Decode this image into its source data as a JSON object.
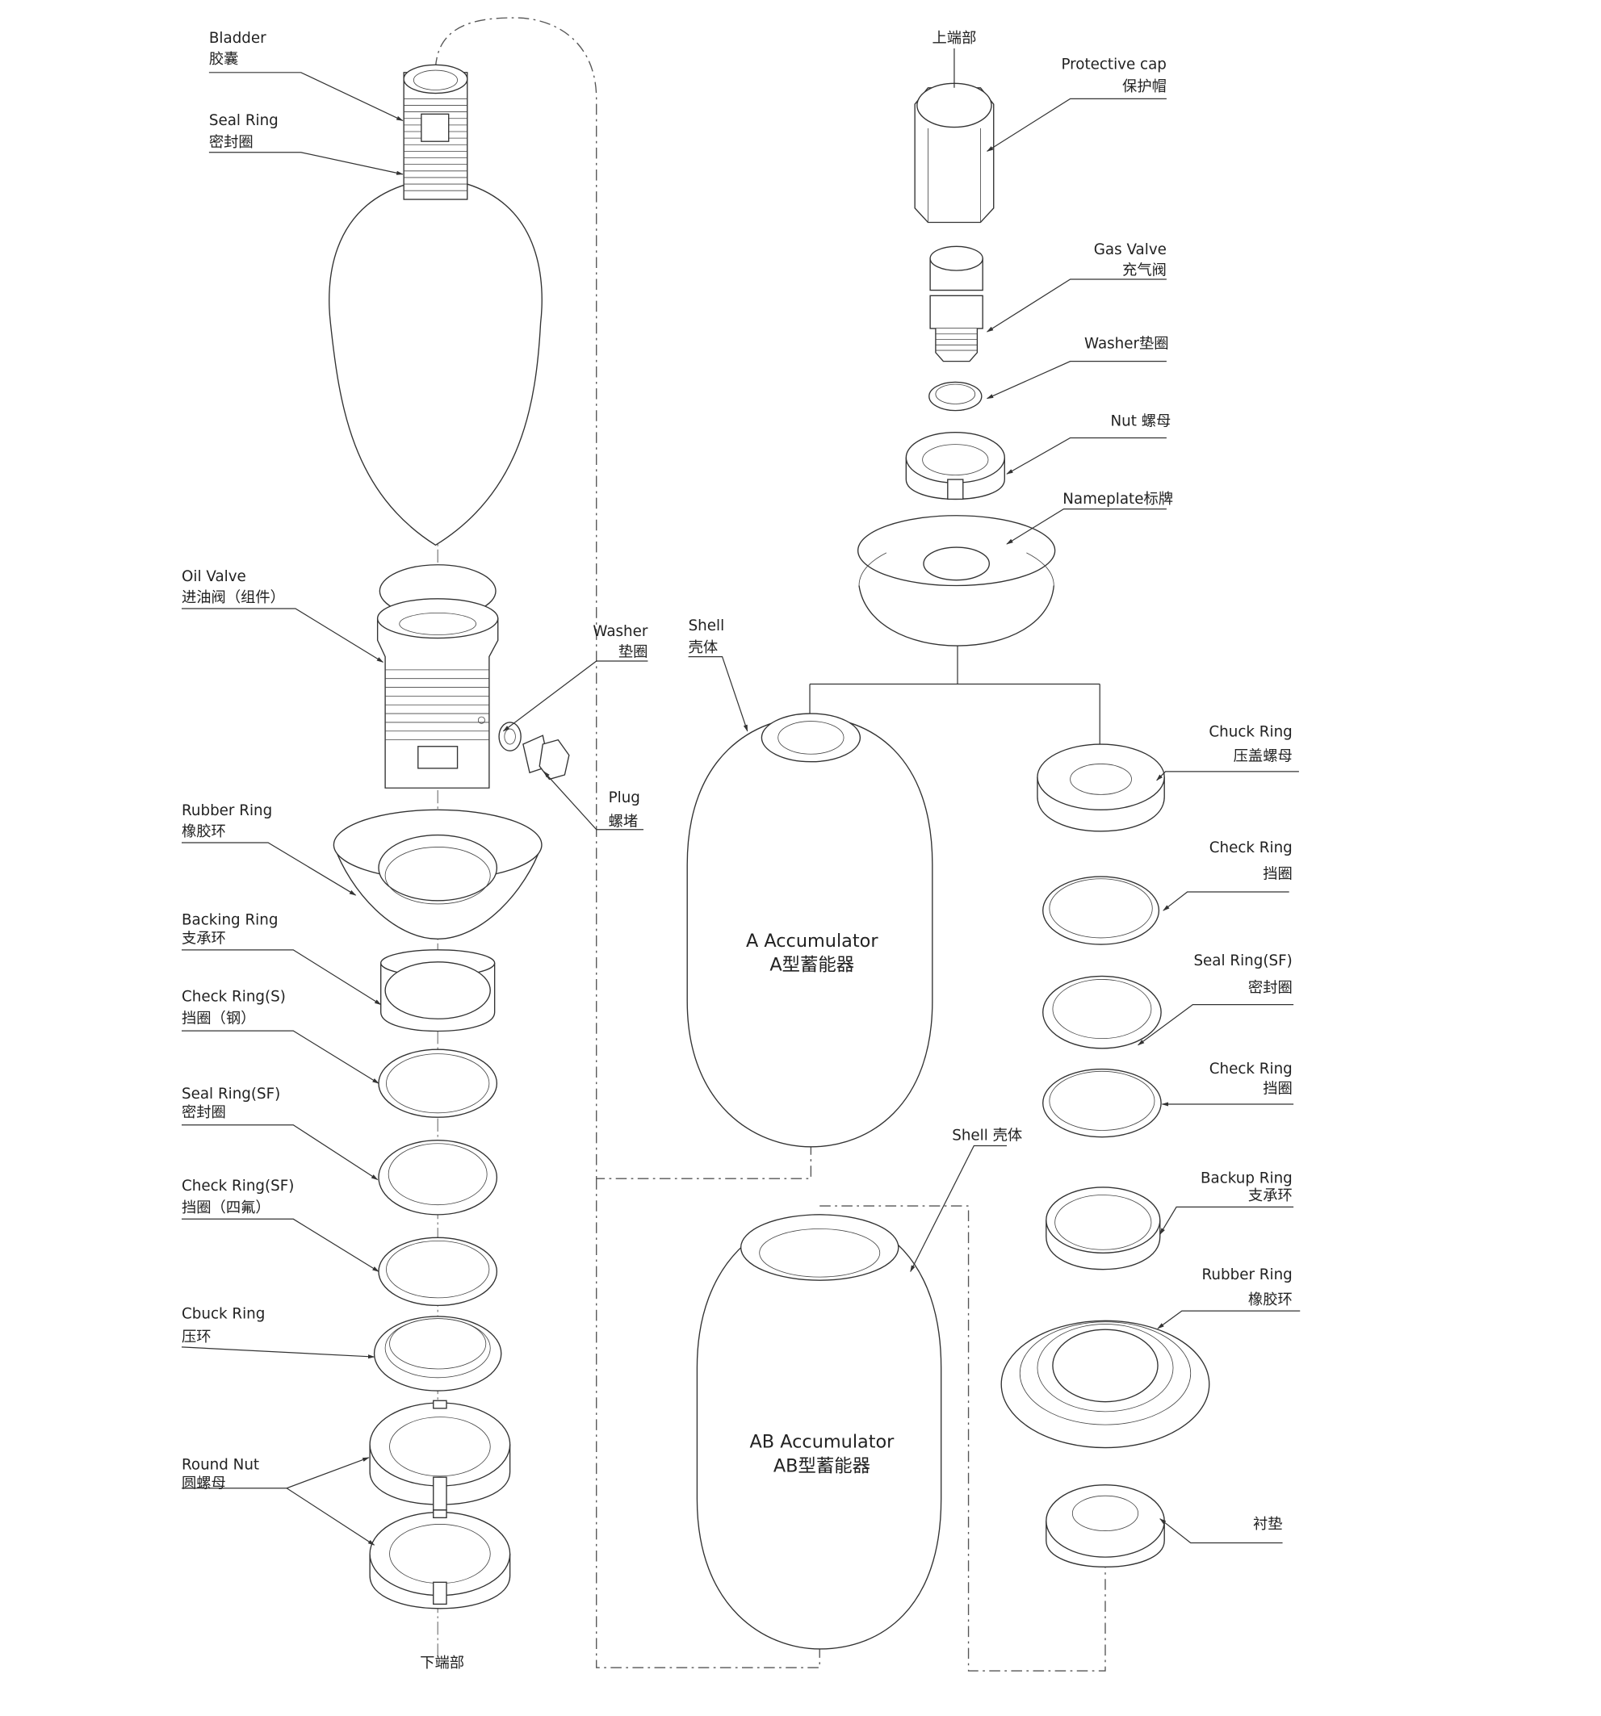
{
  "left": {
    "bladder": {
      "en": "Bladder",
      "cn": "胶囊"
    },
    "seal_ring": {
      "en": "Seal Ring",
      "cn": "密封圈"
    },
    "oil_valve": {
      "en": "Oil Valve",
      "cn": "进油阀（组件）"
    },
    "washer": {
      "en": "Washer",
      "cn": "垫圈"
    },
    "plug": {
      "en": "Plug",
      "cn": "螺堵"
    },
    "rubber_ring": {
      "en": "Rubber Ring",
      "cn": "橡胶环"
    },
    "backing_ring": {
      "en": "Backing Ring",
      "cn": "支承环"
    },
    "check_ring_s": {
      "en": "Check Ring(S)",
      "cn": "挡圈（钢）"
    },
    "seal_ring_sf": {
      "en": "Seal Ring(SF)",
      "cn": "密封圈"
    },
    "check_ring_sf": {
      "en": "Check Ring(SF)",
      "cn": "挡圈（四氟）"
    },
    "cbuck_ring": {
      "en": "Cbuck Ring",
      "cn": "压环"
    },
    "round_nut": {
      "en": "Round Nut",
      "cn": "圆螺母"
    },
    "bottom_end": "下端部"
  },
  "right": {
    "top_end": "上端部",
    "protective_cap": {
      "en": "Protective cap",
      "cn": "保护帽"
    },
    "gas_valve": {
      "en": "Gas Valve",
      "cn": "充气阀"
    },
    "washer": "Washer垫圈",
    "nut": "Nut 螺母",
    "nameplate": "Nameplate标牌",
    "shell": {
      "en": "Shell",
      "cn": "壳体"
    },
    "chuck_ring": {
      "en": "Chuck Ring",
      "cn": "压盖螺母"
    },
    "check_ring_1": {
      "en": "Check Ring",
      "cn": "挡圈"
    },
    "seal_ring_sf": {
      "en": "Seal Ring(SF)",
      "cn": "密封圈"
    },
    "check_ring_2": {
      "en": "Check Ring",
      "cn": "挡圈"
    },
    "backup_ring": {
      "en": "Backup Ring",
      "cn": "支承环"
    },
    "rubber_ring": {
      "en": "Rubber Ring",
      "cn": "橡胶环"
    },
    "liner": "衬垫",
    "shell_ab": "Shell 壳体"
  },
  "accumulators": {
    "a": {
      "en": "A Accumulator",
      "cn": "A型蓄能器"
    },
    "ab": {
      "en": "AB Accumulator",
      "cn": "AB型蓄能器"
    }
  }
}
